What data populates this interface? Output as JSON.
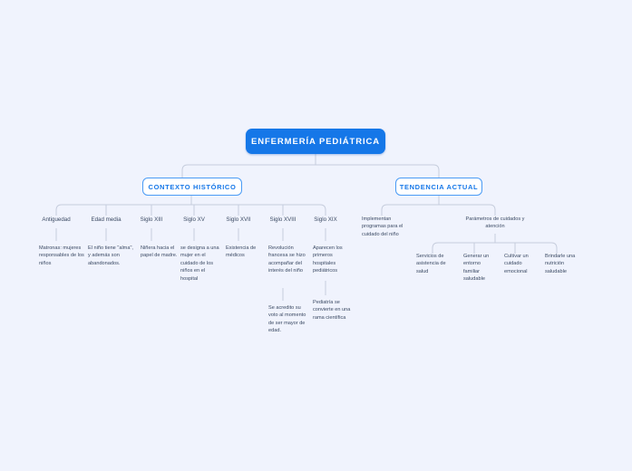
{
  "theme": {
    "background": "#f0f3fd",
    "root_fill": "#1577e8",
    "root_text": "#ffffff",
    "branch_border": "#4a9bf5",
    "branch_text": "#1577e8",
    "connector": "#c6cddd",
    "body_text": "#3b4a63"
  },
  "root": {
    "label": "ENFERMERÍA PEDIÁTRICA"
  },
  "branches": [
    {
      "label": "CONTEXTO HISTÓRICO"
    },
    {
      "label": "TENDENCIA ACTUAL"
    }
  ],
  "eras": [
    {
      "label": "Antiguedad"
    },
    {
      "label": "Edad media"
    },
    {
      "label": "Siglo XIII"
    },
    {
      "label": "Siglo XV"
    },
    {
      "label": "Siglo XVII"
    },
    {
      "label": "Siglo XVIII"
    },
    {
      "label": "Siglo XIX"
    }
  ],
  "era_details": [
    {
      "text": "Matronas: mujeres responsables de los niños"
    },
    {
      "text": "El niño tiene \"alma\", y además son abandonados."
    },
    {
      "text": "Niñera hacia el papel de madre."
    },
    {
      "text": "se designa a una mujer en el cuidado de los niños en el hospital"
    },
    {
      "text": "Existencia de médicos"
    },
    {
      "text": "Revolución francesa se hizo acompañar del interés del niño"
    },
    {
      "text": "Aparecen los primeros hospitales pediátricos"
    }
  ],
  "era_subdetails": [
    {
      "text": "Se acredito su voto al momento de ser mayor de edad."
    },
    {
      "text": "Pediatría se convierte en una rama científica"
    }
  ],
  "current_trends": [
    {
      "label": "Implementan programas para el cuidado del niño"
    },
    {
      "label": "Parámetros de cuidados y atención"
    }
  ],
  "care_parameters": [
    {
      "text": "Servicios de asistencia de salud"
    },
    {
      "text": "Generar un entorno familiar saludable"
    },
    {
      "text": "Cultivar un cuidado emocional"
    },
    {
      "text": "Brindarle una nutrición saludable"
    }
  ]
}
